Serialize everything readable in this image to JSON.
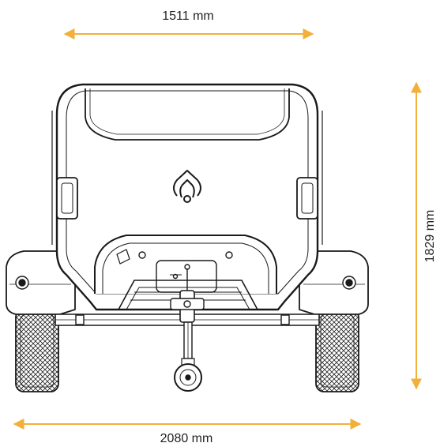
{
  "dimensions": {
    "width_top": "1511 mm",
    "width_bottom": "2080 mm",
    "height_right": "1829 mm"
  },
  "colors": {
    "dimension_arrow": "#F2B03A",
    "outline": "#1a1a1a",
    "body_fill": "#ffffff",
    "text": "#222222"
  },
  "icons": {
    "brand_logo": "logo-icon",
    "jockey_wheel": "wheel-icon"
  }
}
